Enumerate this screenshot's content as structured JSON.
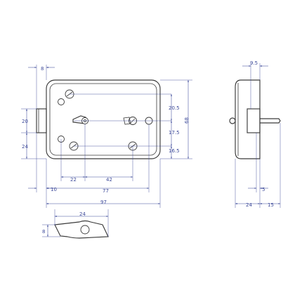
{
  "colors": {
    "outline": "#3a3a3a",
    "dimension": "#3d4a9a",
    "background": "#ffffff"
  },
  "front_view": {
    "dim_8": "8",
    "dim_20_5": "20.5",
    "dim_17_5": "17.5",
    "dim_16_5": "16.5",
    "dim_68": "68",
    "dim_20": "20",
    "dim_24": "24",
    "dim_22": "22",
    "dim_42": "42",
    "dim_10": "10",
    "dim_77": "77",
    "dim_97": "97"
  },
  "side_view": {
    "dim_9_5": "9.5",
    "dim_5": "5",
    "dim_24": "24",
    "dim_15": "15"
  },
  "key_detail": {
    "dim_24": "24",
    "dim_8": "8"
  }
}
